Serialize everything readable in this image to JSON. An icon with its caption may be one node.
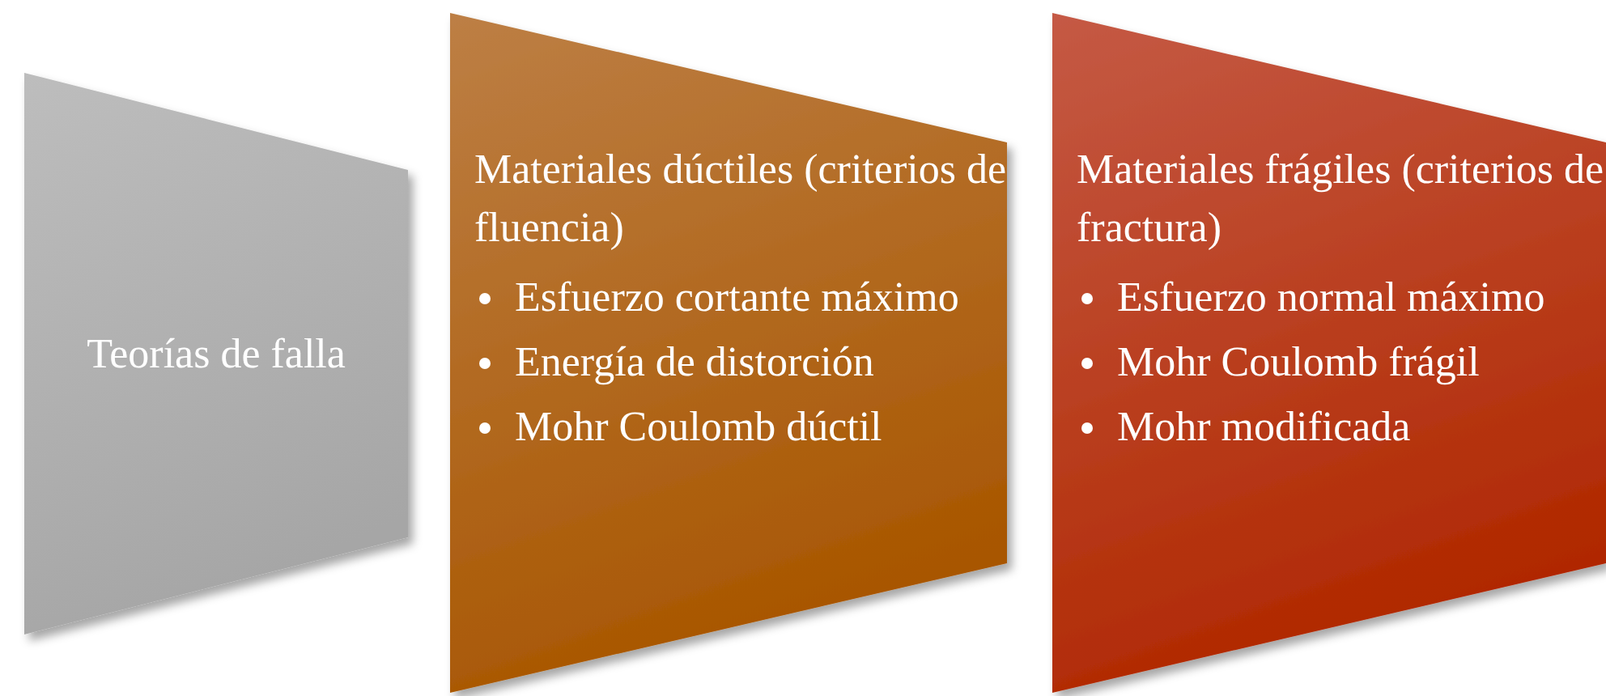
{
  "diagram": {
    "nodes": [
      {
        "text": [
          "Teorías de falla"
        ]
      },
      {
        "text": [
          "Materiales dúctiles (criterios de fluencia)",
          "Esfuerzo cortante máximo",
          "Energía de distorción",
          "Mohr Coulomb dúctil"
        ]
      },
      {
        "text": [
          "Materiales frágiles (criterios de fractura)",
          "Esfuerzo normal máximo",
          "Mohr Coulomb frágil",
          "Mohr modificada"
        ]
      }
    ]
  }
}
